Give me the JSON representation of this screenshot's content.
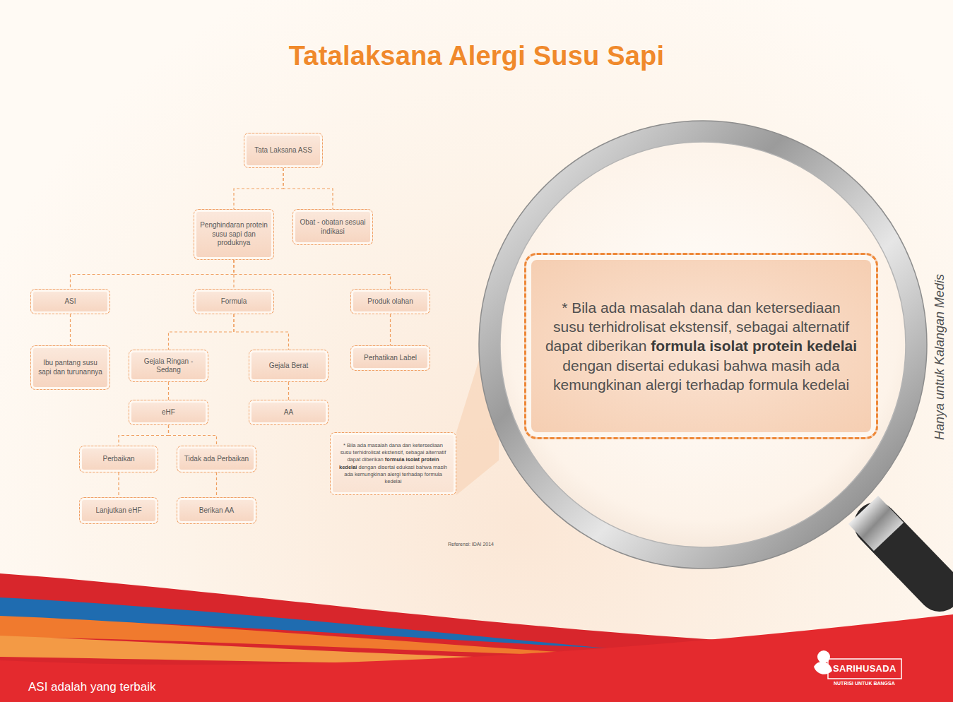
{
  "diagram": {
    "title": "Tatalaksana Alergi Susu Sapi",
    "nodes": [
      {
        "text": [
          "Tata Laksana ASS"
        ]
      },
      {
        "text": [
          "Penghindaran protein susu sapi dan produknya"
        ]
      },
      {
        "text": [
          "Obat - obatan sesuai indikasi"
        ]
      },
      {
        "text": [
          "ASI"
        ]
      },
      {
        "text": [
          "Formula"
        ]
      },
      {
        "text": [
          "Produk olahan"
        ]
      },
      {
        "text": [
          "Ibu pantang susu sapi dan turunannya"
        ]
      },
      {
        "text": [
          "Gejala Ringan - Sedang"
        ]
      },
      {
        "text": [
          "Gejala Berat"
        ]
      },
      {
        "text": [
          "Perhatikan Label"
        ]
      },
      {
        "text": [
          "eHF"
        ]
      },
      {
        "text": [
          "AA"
        ]
      },
      {
        "text": [
          "Perbaikan"
        ]
      },
      {
        "text": [
          "Tidak ada Perbaikan"
        ]
      },
      {
        "text": [
          "Lanjutkan eHF"
        ]
      },
      {
        "text": [
          "Berikan AA"
        ]
      },
      {
        "text": [
          "* Bila ada masalah dana dan ketersediaan susu terhidrolisat ekstensif, sebagai alternatif dapat diberikan",
          "formula isolat protein kedelai",
          "dengan disertai edukasi bahwa masih ada kemungkinan alergi terhadap formula kedelai"
        ]
      },
      {
        "text": [
          "* Bila ada masalah dana dan ketersediaan susu terhidrolisat ekstensif, sebagai alternatif dapat diberikan",
          "formula isolat protein kedelai",
          "dengan disertai edukasi bahwa masih ada kemungkinan alergi terhadap formula kedelai"
        ]
      }
    ],
    "edges": [
      {
        "from": 0,
        "to": 1,
        "arrow": "none"
      },
      {
        "from": 0,
        "to": 2,
        "arrow": "none"
      },
      {
        "from": 1,
        "to": 3,
        "arrow": "none"
      },
      {
        "from": 1,
        "to": 4,
        "arrow": "none"
      },
      {
        "from": 1,
        "to": 5,
        "arrow": "none"
      },
      {
        "from": 3,
        "to": 6,
        "arrow": "none"
      },
      {
        "from": 4,
        "to": 7,
        "arrow": "none"
      },
      {
        "from": 4,
        "to": 8,
        "arrow": "none"
      },
      {
        "from": 5,
        "to": 9,
        "arrow": "none"
      },
      {
        "from": 7,
        "to": 10,
        "arrow": "none"
      },
      {
        "from": 8,
        "to": 11,
        "arrow": "none"
      },
      {
        "from": 10,
        "to": 12,
        "arrow": "none"
      },
      {
        "from": 10,
        "to": 13,
        "arrow": "none"
      },
      {
        "from": 12,
        "to": 14,
        "arrow": "none"
      },
      {
        "from": 13,
        "to": 15,
        "arrow": "none"
      }
    ],
    "labels": [
      "Referensi: IDAI 2014",
      "Hanya untuk Kalangan Medis",
      "ASI adalah yang terbaik",
      "SARIHUSADA",
      "NUTRISI UNTUK BANGSA"
    ]
  }
}
